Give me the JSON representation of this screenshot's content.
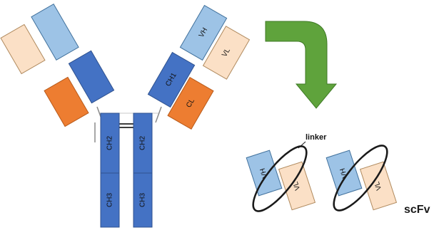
{
  "colors": {
    "heavy_variable": "#9dc3e6",
    "heavy_constant": "#4472c4",
    "light_variable": "#fbe0c6",
    "light_constant": "#ed7d31",
    "outline": "#41719c",
    "light_outline": "#b08a5e",
    "arrow": "#5fa33c",
    "arrow_outline": "#3f7a26",
    "linker": "#1a1a1a"
  },
  "antibody": {
    "left_arm": {
      "heavy_variable": "",
      "heavy_constant": "",
      "light_variable": "",
      "light_constant": ""
    },
    "right_arm": {
      "heavy_variable": "VH",
      "heavy_constant": "CH1",
      "light_variable": "VL",
      "light_constant": "CL"
    },
    "stem": {
      "left_upper": "CH2",
      "right_upper": "CH2",
      "left_lower": "CH3",
      "right_lower": "CH3"
    }
  },
  "conversion_arrow": {
    "icon": "curved-down-arrow-icon"
  },
  "scfv": {
    "linker_label": "linker",
    "title": "scFv",
    "units": [
      {
        "heavy": "VH",
        "light": "VL"
      },
      {
        "heavy": "VH",
        "light": "VL"
      }
    ]
  }
}
